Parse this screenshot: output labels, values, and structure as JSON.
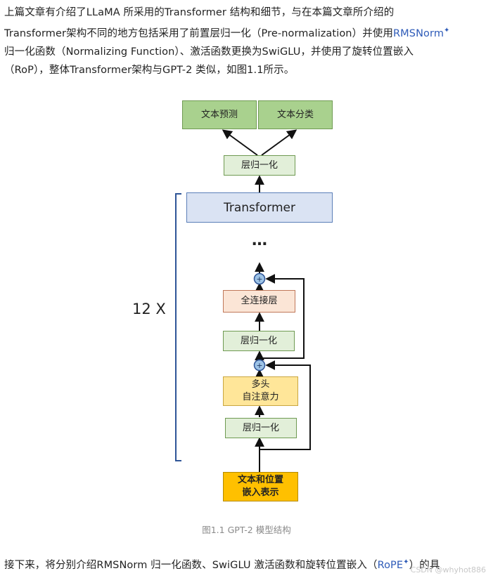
{
  "intro": {
    "line1": "上篇文章有介绍了LLaMA 所采用的Transformer 结构和细节，与在本篇文章所介绍的",
    "line2_pre": "Transformer架构不同的地方包括采用了前置层归一化（Pre-normalization）并使用",
    "line2_link": "RMSNorm",
    "line2_sup": "✦",
    "line3": "归一化函数（Normalizing Function）、激活函数更换为SwiGLU，并使用了旋转位置嵌入",
    "line4": "（RoP），整体Transformer架构与GPT-2 类似，如图1.1所示。"
  },
  "diagram": {
    "top_left": "文本预测",
    "top_right": "文本分类",
    "final_norm": "层归一化",
    "transformer": "Transformer",
    "dots": "…",
    "repeat": "12 X",
    "fc": "全连接层",
    "norm2": "层归一化",
    "attention_line1": "多头",
    "attention_line2": "自注意力",
    "norm1": "层归一化",
    "embed_line1": "文本和位置",
    "embed_line2": "嵌入表示",
    "plus": "+"
  },
  "caption": "图1.1 GPT-2 模型结构",
  "outro": {
    "text_pre": "接下来，将分别介绍RMSNorm 归一化函数、SwiGLU 激活函数和旋转位置嵌入（",
    "link": "RoPE",
    "sup": "✦",
    "text_post": "）的具"
  },
  "watermark": "CSDN @whyhot886"
}
